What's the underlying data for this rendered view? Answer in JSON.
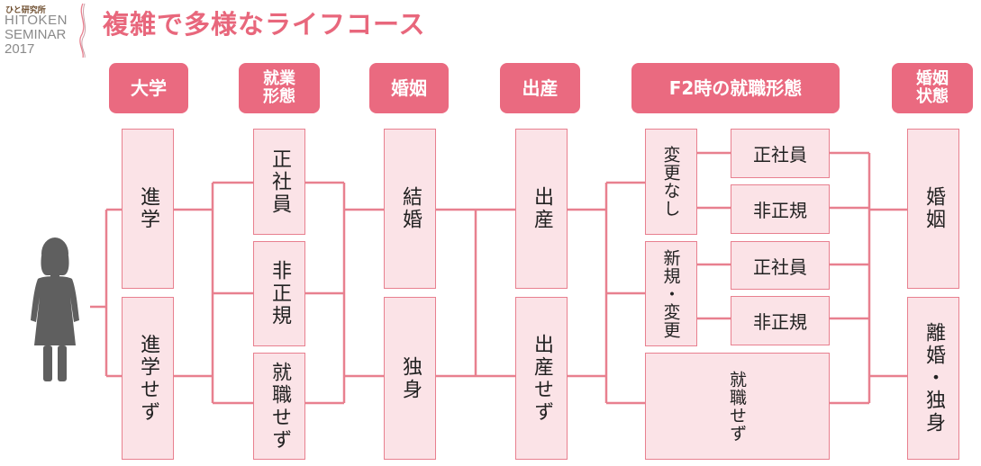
{
  "logo": {
    "line1": "ひと研究所",
    "line2": "HITOKEN",
    "line3": "SEMINAR",
    "line4": "2017"
  },
  "title": "複雑で多様なライフコース",
  "headers": {
    "university": "大学",
    "employment": "就業\n形態",
    "marriage": "婚姻",
    "childbirth": "出産",
    "f2_employment": "F2時の就職形態",
    "marital_status": "婚姻\n状態"
  },
  "boxes": {
    "university_yes": "進学",
    "university_no": "進学せず",
    "emp_regular": "正社員",
    "emp_nonregular": "非正規",
    "emp_none": "就職せず",
    "married": "結婚",
    "single": "独身",
    "birth_yes": "出産",
    "birth_no": "出産せず",
    "f2_nochange": "変更なし",
    "f2_nochange_regular": "正社員",
    "f2_nochange_nonregular": "非正規",
    "f2_new": "新規・変更",
    "f2_new_regular": "正社員",
    "f2_new_nonregular": "非正規",
    "f2_none": "就職せず",
    "status_married": "婚姻",
    "status_divorced": "離婚・独身"
  },
  "colors": {
    "accent": "#ea6a80",
    "box_fill": "#fbe3e7",
    "line": "#e8808f",
    "figure": "#5f5f5f"
  },
  "icons": {
    "woman": "woman-silhouette-icon",
    "logo_mark": "ribbon-swirl-icon"
  }
}
